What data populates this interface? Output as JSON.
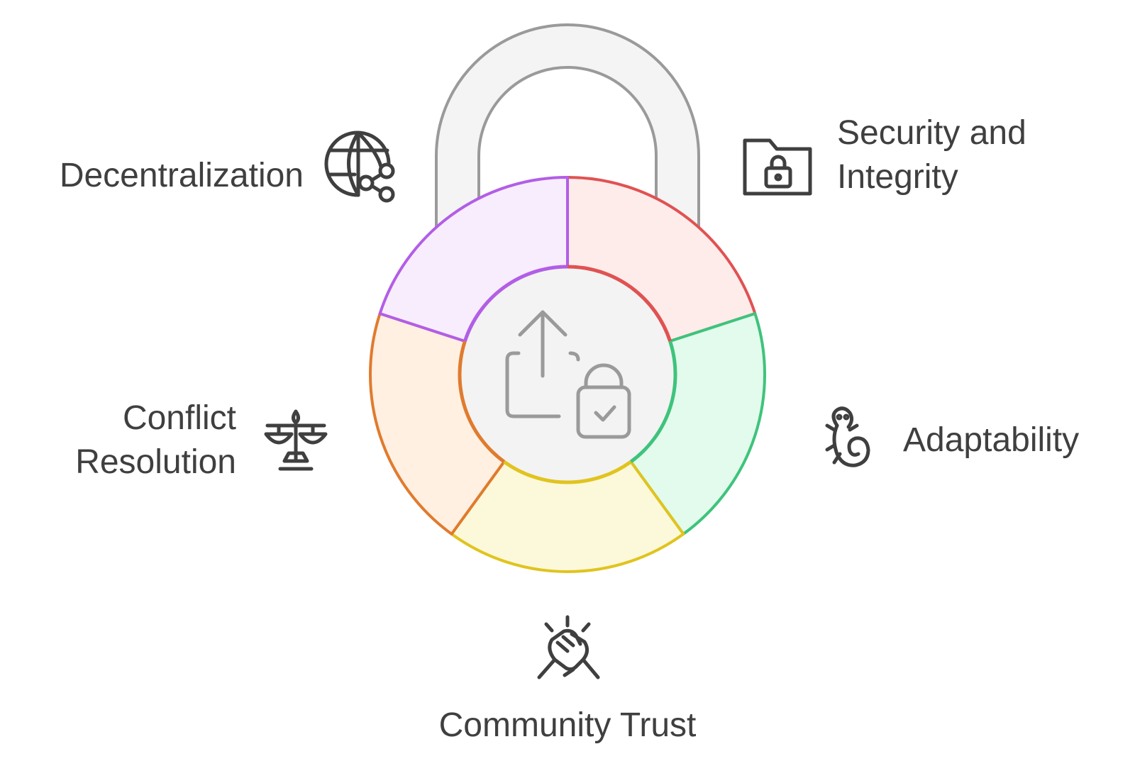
{
  "segments": [
    {
      "id": "security",
      "lines": [
        "Security and",
        "Integrity"
      ],
      "stroke": "#e05252",
      "fill": "#feeceb",
      "icon": "folder-lock-icon"
    },
    {
      "id": "adaptability",
      "lines": [
        "Adaptability"
      ],
      "stroke": "#3fc37c",
      "fill": "#e2fbec",
      "icon": "lizard-icon"
    },
    {
      "id": "community",
      "lines": [
        "Community Trust"
      ],
      "stroke": "#e0c41e",
      "fill": "#fcf8da",
      "icon": "handshake-icon"
    },
    {
      "id": "conflict",
      "lines": [
        "Conflict",
        "Resolution"
      ],
      "stroke": "#e07b2e",
      "fill": "#fff0e2",
      "icon": "scales-icon"
    },
    {
      "id": "decentralization",
      "lines": [
        "Decentralization"
      ],
      "stroke": "#b25ee6",
      "fill": "#f8edfd",
      "icon": "globe-network-icon"
    }
  ],
  "colors": {
    "shackle_fill": "#f4f4f4",
    "shackle_stroke": "#9a9a9a",
    "center_fill": "#f3f3f3",
    "icon_stroke": "#3f3f3f",
    "center_icon_stroke": "#9a9a9a"
  },
  "center_icon": "upload-lock-icon"
}
